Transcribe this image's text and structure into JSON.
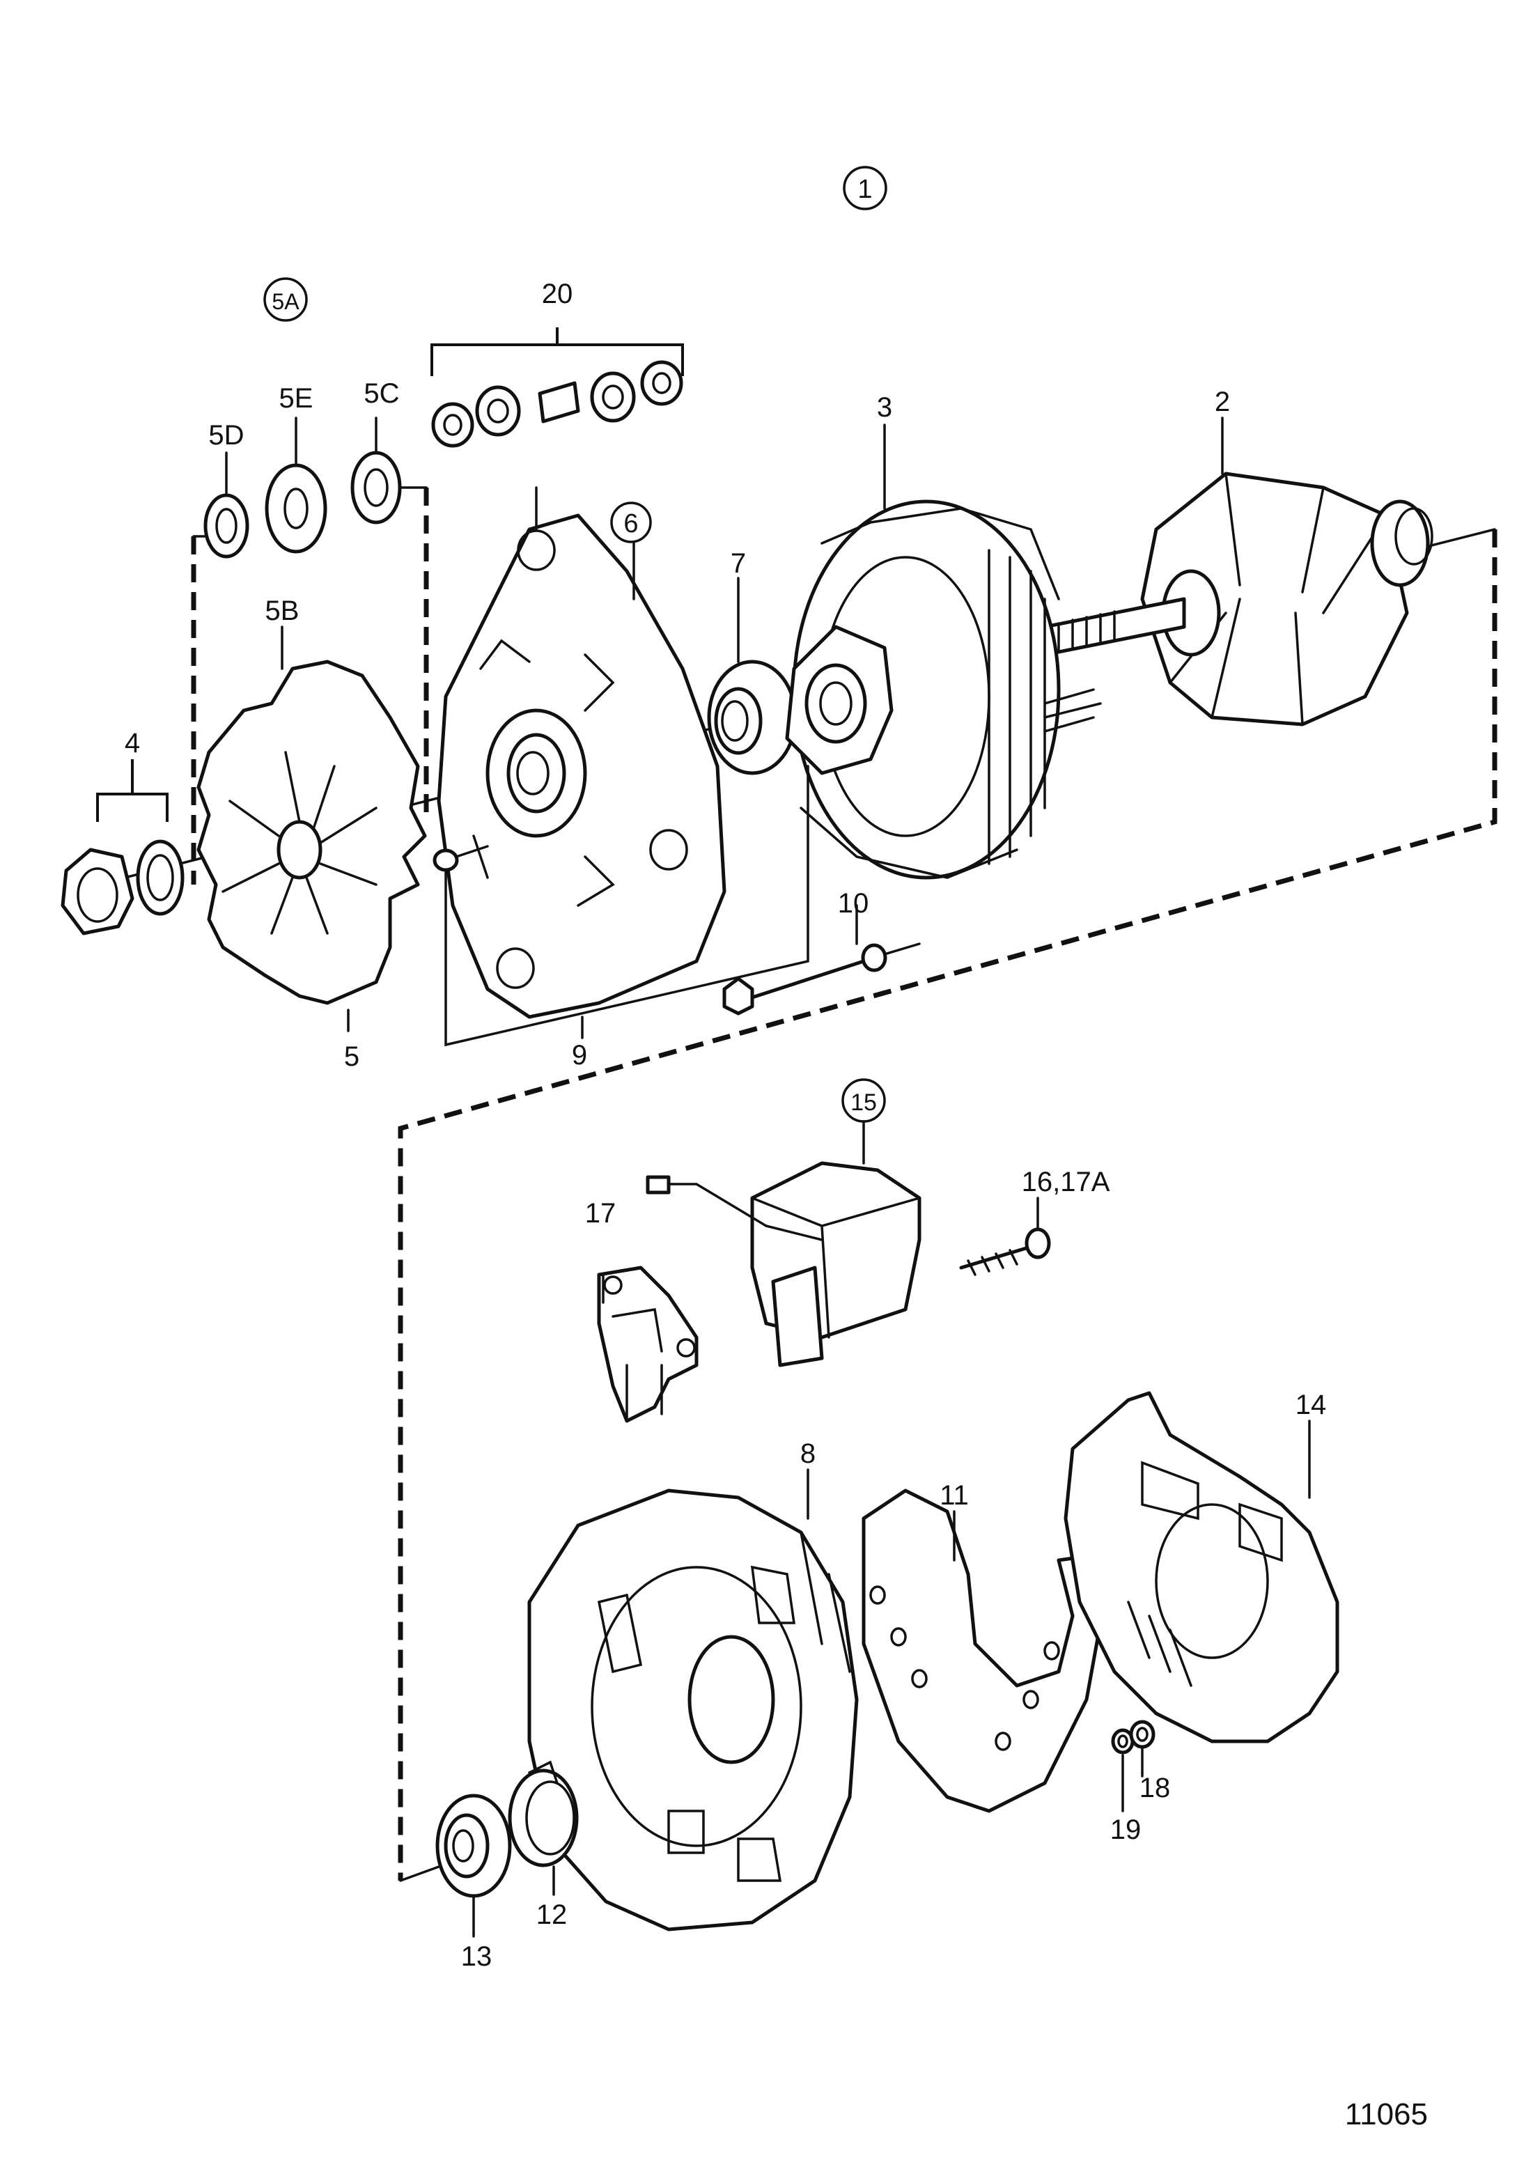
{
  "diagram_number": "11065",
  "circled_labels": {
    "main_assembly": "1",
    "pulley_set": "5A",
    "front_bracket": "6",
    "regulator": "15"
  },
  "callouts": {
    "c2": "2",
    "c3": "3",
    "c4": "4",
    "c5": "5",
    "c5b": "5B",
    "c5c": "5C",
    "c5d": "5D",
    "c5e": "5E",
    "c7": "7",
    "c8": "8",
    "c9": "9",
    "c10": "10",
    "c11": "11",
    "c12": "12",
    "c13": "13",
    "c14": "14",
    "c16": "16,17A",
    "c17": "17",
    "c18": "18",
    "c19": "19",
    "c20": "20"
  }
}
